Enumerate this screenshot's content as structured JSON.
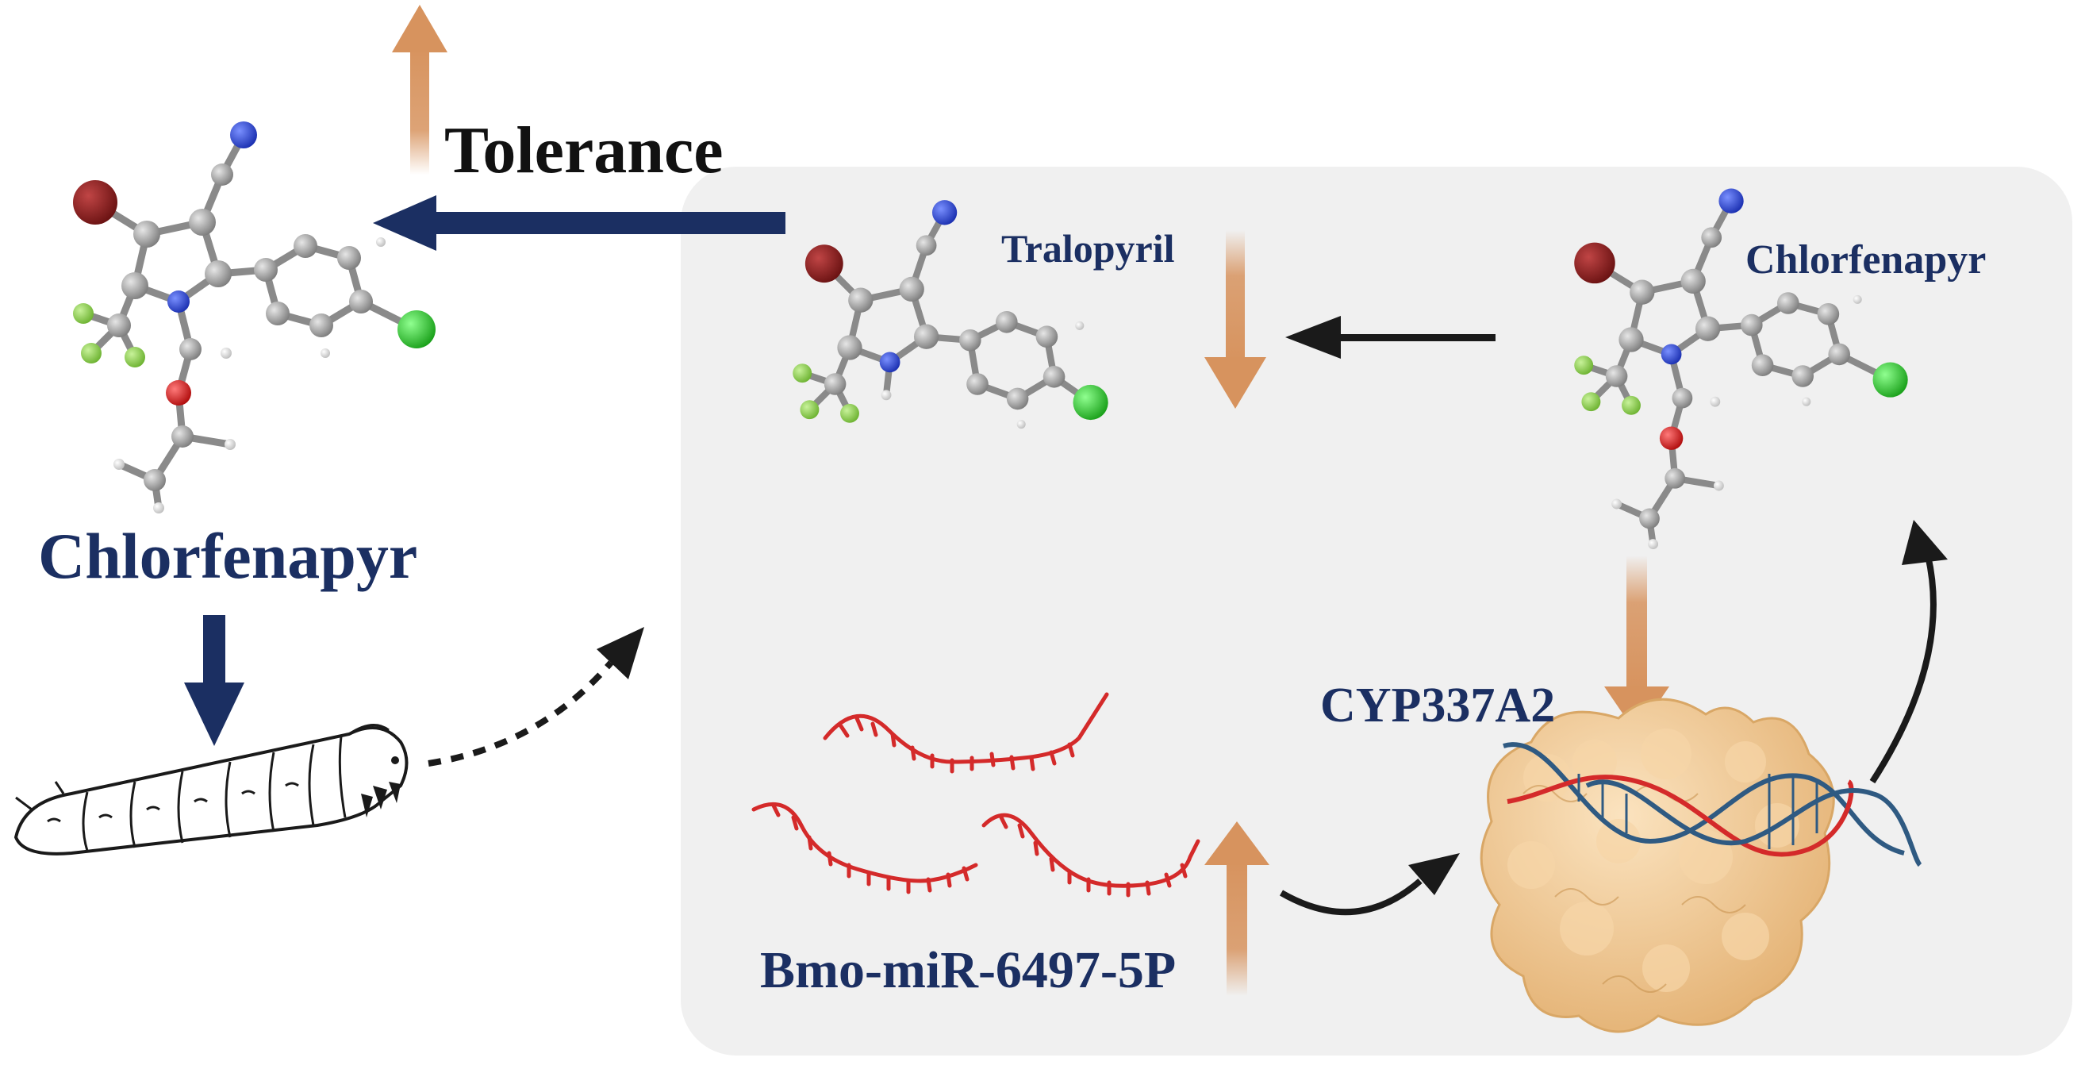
{
  "labels": {
    "tolerance": "Tolerance",
    "chlorfenapyr_main": "Chlorfenapyr",
    "tralopyril": "Tralopyril",
    "chlorfenapyr_inner": "Chlorfenapyr",
    "cyp": "CYP337A2",
    "mirna": "Bmo-miR-6497-5P"
  },
  "colors": {
    "navy": "#1b2f62",
    "orange_arrow": "#d7935e",
    "panel": "#f0f0f0",
    "bromine": "#8b1a1a",
    "nitrogen": "#2a46d6",
    "fluorine": "#8fd34a",
    "chlorine": "#2fd62f",
    "oxygen": "#e01a1a",
    "carbon": "#9a9a9a",
    "rna": "#d42a2a",
    "dna_strand": "#2f5a82",
    "protein": "#f0c890"
  },
  "icons": [
    "chlorfenapyr-molecule",
    "tralopyril-molecule",
    "silkworm-larva",
    "mirna-strands",
    "cyp-protein-dna"
  ]
}
